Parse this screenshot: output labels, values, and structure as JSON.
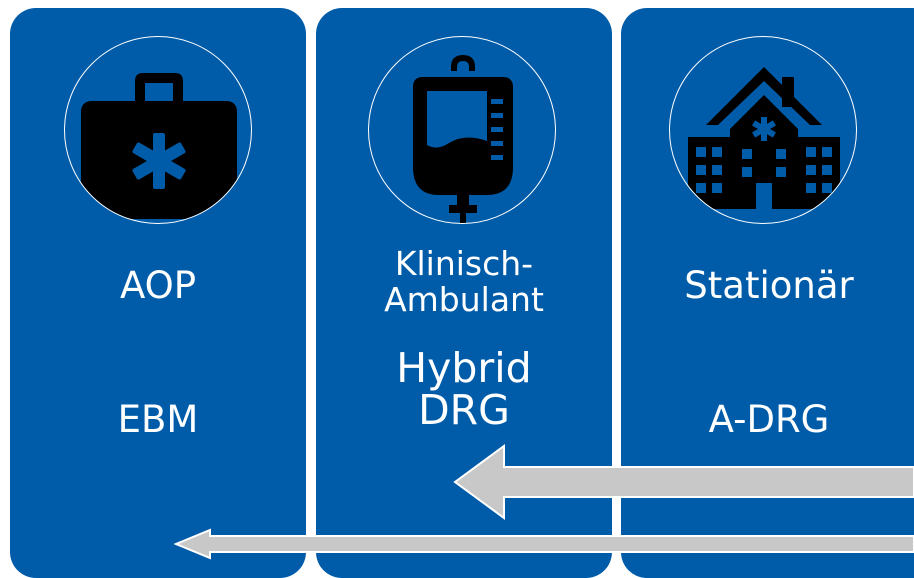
{
  "panels": [
    {
      "category": "AOP",
      "billing": "EBM",
      "icon": "medical-bag-icon"
    },
    {
      "category_line1": "Klinisch-",
      "category_line2": "Ambulant",
      "billing_line1": "Hybrid",
      "billing_line2": "DRG",
      "icon": "iv-bag-icon"
    },
    {
      "category": "Stationär",
      "billing": "A-DRG",
      "icon": "hospital-icon"
    }
  ],
  "colors": {
    "panel": "#005ca9",
    "arrow": "#c8c8c8",
    "icon": "#000000"
  }
}
